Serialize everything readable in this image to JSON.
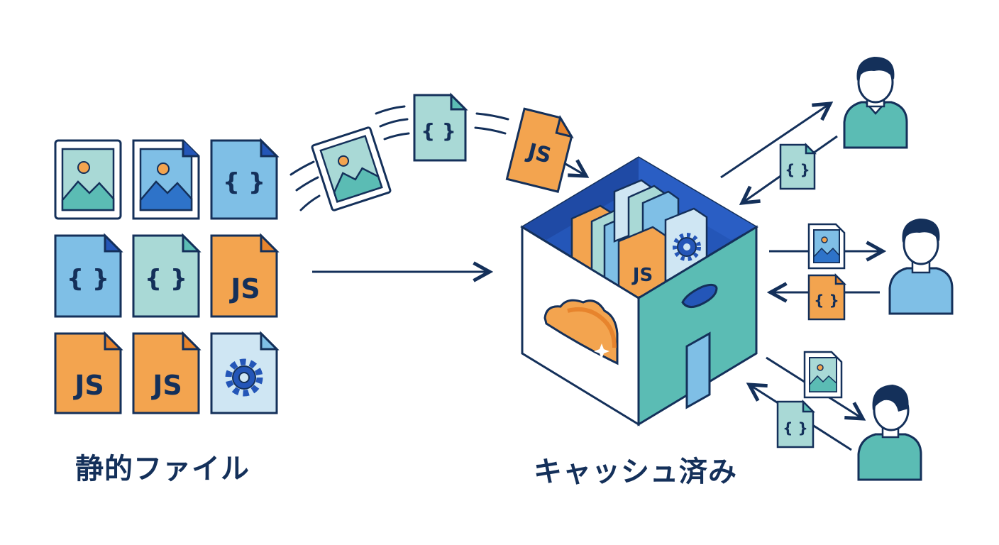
{
  "labels": {
    "static_files": "静的ファイル",
    "cached": "キャッシュ済み"
  },
  "file_text": {
    "js": "JS",
    "json": "{ }"
  },
  "source_grid": [
    [
      "image-file-icon",
      "image-file-icon",
      "json-file-icon"
    ],
    [
      "json-file-icon",
      "json-file-icon",
      "js-file-icon"
    ],
    [
      "js-file-icon",
      "js-file-icon",
      "config-file-icon"
    ]
  ],
  "colors": {
    "outline": "#14305a",
    "orange": "#f3a44f",
    "blue": "#7fbfe6",
    "teal": "#5bbcb4",
    "light_teal": "#a9d9d6",
    "royal": "#2456b8",
    "white": "#ffffff"
  }
}
